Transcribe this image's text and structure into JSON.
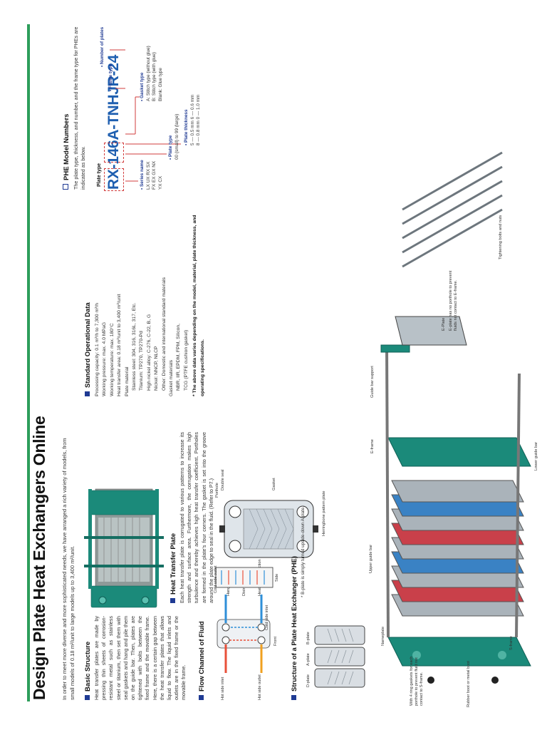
{
  "title": "Design Plate Heat Exchangers Online",
  "intro": "In order to meet more diverse and more sophisticated needs, we have arranged a rich variety of models, from small models of 0.18 m²/unit to large models up to 3,400 m²/unit.",
  "basic_structure": {
    "heading": "Basic Structure",
    "body": "Heat transfer plates are made by pressing thin sheets of corrosion-resistant metal such as stainless steel or titanium, then set them with seal gaskets and hang and pile them on the guide bar. Then, plates are tightened with bolts between the fixed frame and the movable frame. Here, there is a certain gap between the heat transfer plates that allows liquid to flow. The liquid inlets and outlets are in the fixed frame or the movable frame."
  },
  "heat_transfer_plate": {
    "heading": "Heat Transfer Plate",
    "body": "Each heat transfer plate is corrugated to various patterns to increase its strength and surface area. Furthermore, the corrugation makes high turbulence and thereby achieves high heat transfer coefficient. Portholes are formed in the plate's four corners. The gasket is set into the groove around the plate edge to seal in the fluid. (Refer to P7.)",
    "labels": {
      "porthole": "Porthole",
      "double_seal": "Double seal",
      "gasket": "Gasket",
      "hanger": "Hanger",
      "distribution": "Distribution",
      "heat_transfer_section": "Heat transfer section",
      "herringbone": "Herringbone pattern plate"
    }
  },
  "standard_data": {
    "heading": "Standard Operational Data",
    "lines": [
      "Processing capacity: 0.1 m³/h to 7,300 m³/h",
      "Working pressure: max. 4.0 MPaG",
      "Working temperature: max. 180°C",
      "Heat transfer area: 0.18 m²/unit to 3,400 m²/unit",
      "Plate material"
    ],
    "plate_materials": [
      "Stainless steel: 304, 316, 316L, 317, Etc.",
      "Titanium: TP270, TP270-Pd",
      "High nickel alloy: C-276, C-22, B, G",
      "Nickel: NNCP, NLCP",
      "Other: Domestic and international standard materials"
    ],
    "gasket_heading": "Gasket materials",
    "gasket_materials": [
      "NBR, IIR, EPDM, FPM, Silicon,",
      "TCG (PTFE cushion gasket)"
    ],
    "note": "* The above data varies depending on the model, material, plate thickness, and operating specifications."
  },
  "model_numbers": {
    "heading": "PHE Model Numbers",
    "body": "The plate type, thickness, and number, and the frame type for PHEs are indicated as below.",
    "plate_type_label": "Plate type",
    "code_parts": [
      "RX",
      "-",
      "14",
      "6",
      "A",
      "-",
      "TNHJR",
      "-",
      "24"
    ],
    "annotations": {
      "series_name": {
        "title": "• Series name",
        "values": [
          "LX UX RX SX",
          "FX EX GX NX",
          "YX CX"
        ]
      },
      "plate_type": {
        "title": "• Plate type",
        "values": [
          "00 (small) to 99 (large)"
        ]
      },
      "plate_thickness": {
        "title": "• Plate thickness",
        "values": [
          "5 --- 0.5 mm   6 --- 0.6 mm",
          "8 --- 0.8 mm   0 --- 1.0 mm"
        ]
      },
      "gasket_type": {
        "title": "• Gasket type",
        "values": [
          "A: Stitch type (without glue)",
          "B: Stitch type (with glue)",
          "Blank: Glue type"
        ]
      },
      "frame_type": {
        "title": "• Frame type"
      },
      "number_of_plates": {
        "title": "• Number of plates"
      }
    }
  },
  "flow_channel": {
    "heading": "Flow Channel of Fluid",
    "labels": {
      "hot_side_inlet": "Hot side inlet",
      "cold_side_outlet": "Cold side outlet",
      "hot_side_outlet": "Hot side outlet",
      "cold_side_inlet": "Cold side inlet",
      "front": "Front",
      "side": "Side"
    },
    "colors": {
      "hot": "#e8503a",
      "cold": "#2f8fd8",
      "warm": "#f0a020"
    }
  },
  "structure": {
    "heading": "Structure of a Plate Heat Exchanger (PHE)",
    "note": "* B-plate is simply turned upside-down A-plate.",
    "plate_labels": [
      "D-plate",
      "A-plate",
      "B-plate"
    ],
    "labels": {
      "nameplate": "Nameplate",
      "ring_gaskets": "With 4 ring gaskets for each porthole to prevent fluid not contact to S-frame.",
      "rubber_boot": "Rubber boot or metal boot",
      "upper_guide_bar": "Upper guide bar",
      "s_frame": "S-frame",
      "e_frame": "E-frame",
      "guide_bar_support": "Guide bar support",
      "lower_guide_bar": "Lower guide bar",
      "e_plate": "E-Plate",
      "e_plate_note": "E-plate has no porthole to prevent fluids not contact to E-frame.",
      "tightening": "Tightening bolts and nuts"
    }
  },
  "colors": {
    "brand_green": "#2e9e5b",
    "accent_blue": "#1f3a93",
    "frame_teal": "#1b8a7a",
    "code_blue": "#1f5fb0",
    "annotation_red": "#d23c3c"
  }
}
